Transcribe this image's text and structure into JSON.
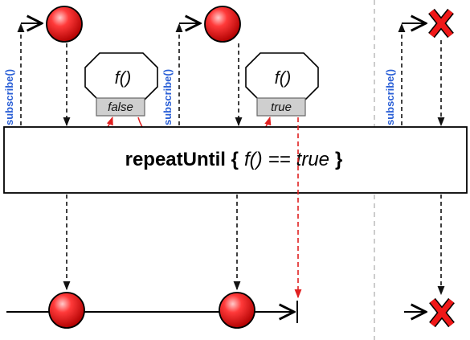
{
  "operator": {
    "name": "repeatUntil",
    "open_brace": " {",
    "condition_fn": "f()",
    "condition_op": "==",
    "condition_value": "true",
    "close_brace": "}"
  },
  "subscribe_label": "subscribe()",
  "predicate": {
    "label": "f()",
    "results": [
      "false",
      "true"
    ]
  },
  "terminal_glyph": "X",
  "colors": {
    "marble": "#e01010",
    "error_x": "#f01818",
    "subscribe_text": "#2a5fd6",
    "red_arrow": "#e02020",
    "dashed_black": "#111111",
    "divider": "#bbbbbb",
    "chip_fill": "#cfcfcf"
  }
}
